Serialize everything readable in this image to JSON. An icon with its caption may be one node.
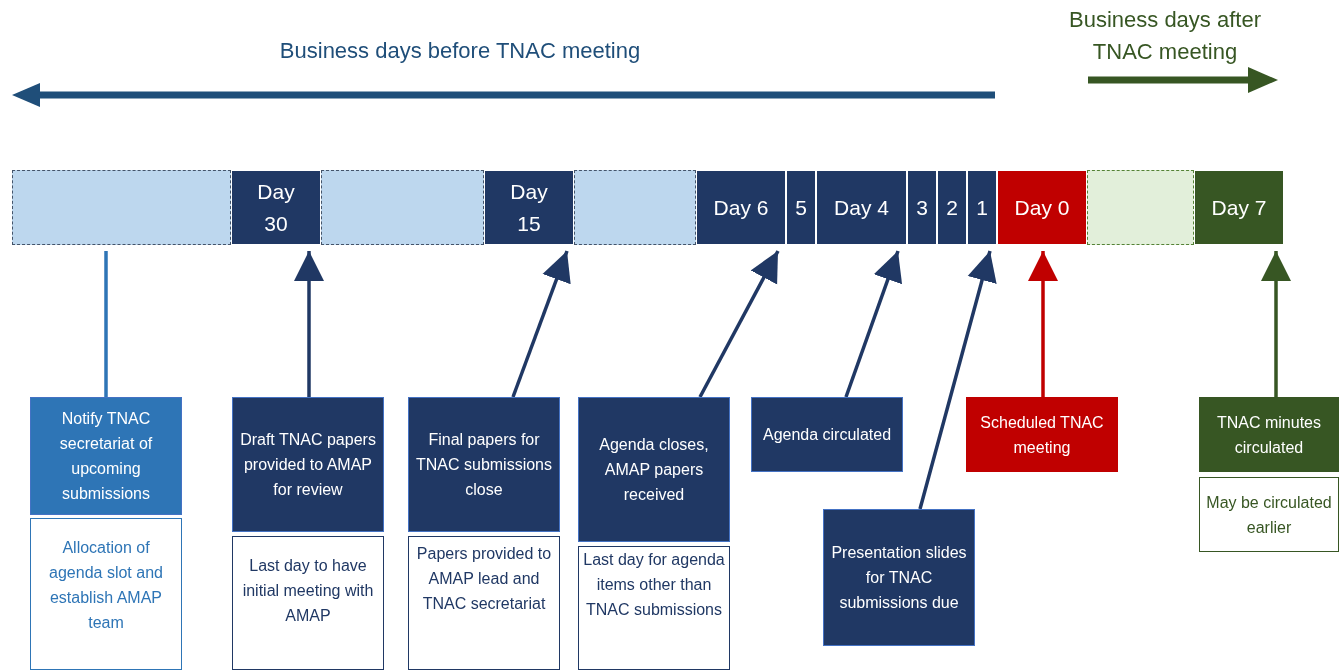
{
  "diagram": {
    "nodes": [
      {
        "text": [],
        "shape": "box"
      },
      {
        "text": [
          "Day 30"
        ]
      },
      {
        "text": [],
        "shape": "box"
      },
      {
        "text": [
          "Day 15"
        ]
      },
      {
        "text": [],
        "shape": "box"
      },
      {
        "text": [
          "Day 6"
        ]
      },
      {
        "text": [
          "5"
        ]
      },
      {
        "text": [
          "Day 4"
        ]
      },
      {
        "text": [
          "3"
        ]
      },
      {
        "text": [
          "2"
        ]
      },
      {
        "text": [
          "1"
        ]
      },
      {
        "text": [
          "Day 0"
        ]
      },
      {
        "text": [],
        "shape": "box"
      },
      {
        "text": [
          "Day 7"
        ]
      },
      {
        "text": [
          "Notify TNAC secretariat of upcoming submissions"
        ]
      },
      {
        "text": [
          "Allocation of agenda slot and establish AMAP team"
        ]
      },
      {
        "text": [
          "Draft TNAC papers provided to AMAP for review"
        ]
      },
      {
        "text": [
          "Last day to have initial meeting with AMAP"
        ]
      },
      {
        "text": [
          "Final papers for TNAC submissions close"
        ]
      },
      {
        "text": [
          "Papers provided to AMAP lead and TNAC secretariat"
        ]
      },
      {
        "text": [
          "Agenda closes, AMAP papers received"
        ]
      },
      {
        "text": [
          "Last day for agenda items other than TNAC submissions"
        ]
      },
      {
        "text": [
          "Agenda circulated"
        ]
      },
      {
        "text": [
          "Presentation slides for TNAC submissions due"
        ]
      },
      {
        "text": [
          "Scheduled TNAC meeting"
        ]
      },
      {
        "text": [
          "TNAC minutes circulated"
        ]
      },
      {
        "text": [
          "May be circulated earlier"
        ]
      }
    ],
    "edges": [
      {
        "from": 14,
        "to": 0,
        "arrow": "none",
        "color": "#2e75b6"
      },
      {
        "from": 16,
        "to": 1,
        "arrow": "to"
      },
      {
        "from": 18,
        "to": 3,
        "arrow": "to"
      },
      {
        "from": 20,
        "to": 5,
        "arrow": "to"
      },
      {
        "from": 22,
        "to": 7,
        "arrow": "to"
      },
      {
        "from": 23,
        "to": 10,
        "arrow": "to"
      },
      {
        "from": 24,
        "to": 11,
        "arrow": "to",
        "color": "#c00000"
      },
      {
        "from": 25,
        "to": 13,
        "arrow": "to",
        "color": "#375623"
      }
    ],
    "labels": [
      "Business days before TNAC meeting",
      "Business days after TNAC meeting"
    ]
  }
}
